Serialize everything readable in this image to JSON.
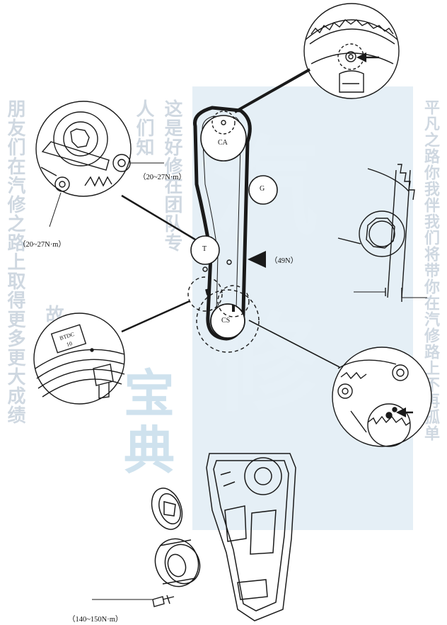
{
  "labels": {
    "torque_upper": "（20~27N·m）",
    "torque_left": "（20~27N·m）",
    "tension": "（49N）",
    "torque_bolt": "（140~150N·m）",
    "pulley_ca": "CA",
    "pulley_g": "G",
    "pulley_t": "T",
    "pulley_cs": "CS",
    "bdc_tag": "BTDC",
    "bdc_num": "10"
  },
  "watermark": {
    "big_char_1": "汽",
    "big_char_2": "修",
    "mid_char_1": "宝",
    "mid_char_2": "典",
    "col_1": "朋友们在汽修之路上取得更多更大成绩",
    "col_2": "人们知",
    "col_3": "这是好修在团队专",
    "col_4": "故",
    "col_5": "平凡之路你我伴我们将带你在汽修路上不再孤单"
  },
  "colors": {
    "ink": "#1a1a1a",
    "watermark_panel": "#dceaf3"
  }
}
